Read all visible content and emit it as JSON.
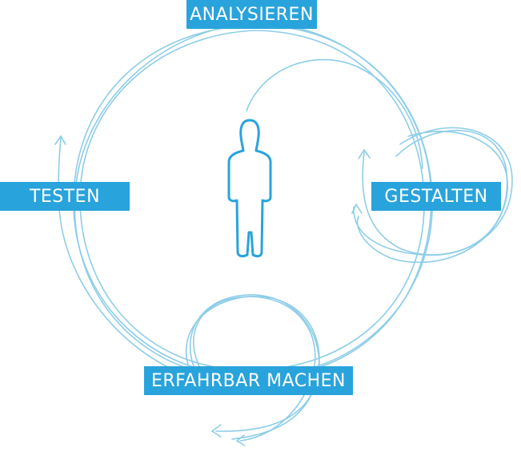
{
  "diagram": {
    "stages": {
      "top": "ANALYSIEREN",
      "left": "TESTEN",
      "right": "GESTALTEN",
      "bottom": "ERFAHRBAR MACHEN"
    },
    "center_icon": "person-icon",
    "colors": {
      "label_bg": "#29a3dc",
      "label_text": "#ffffff",
      "cycle_lines": "#8dcde8",
      "person_outline": "#29a3dc"
    }
  }
}
